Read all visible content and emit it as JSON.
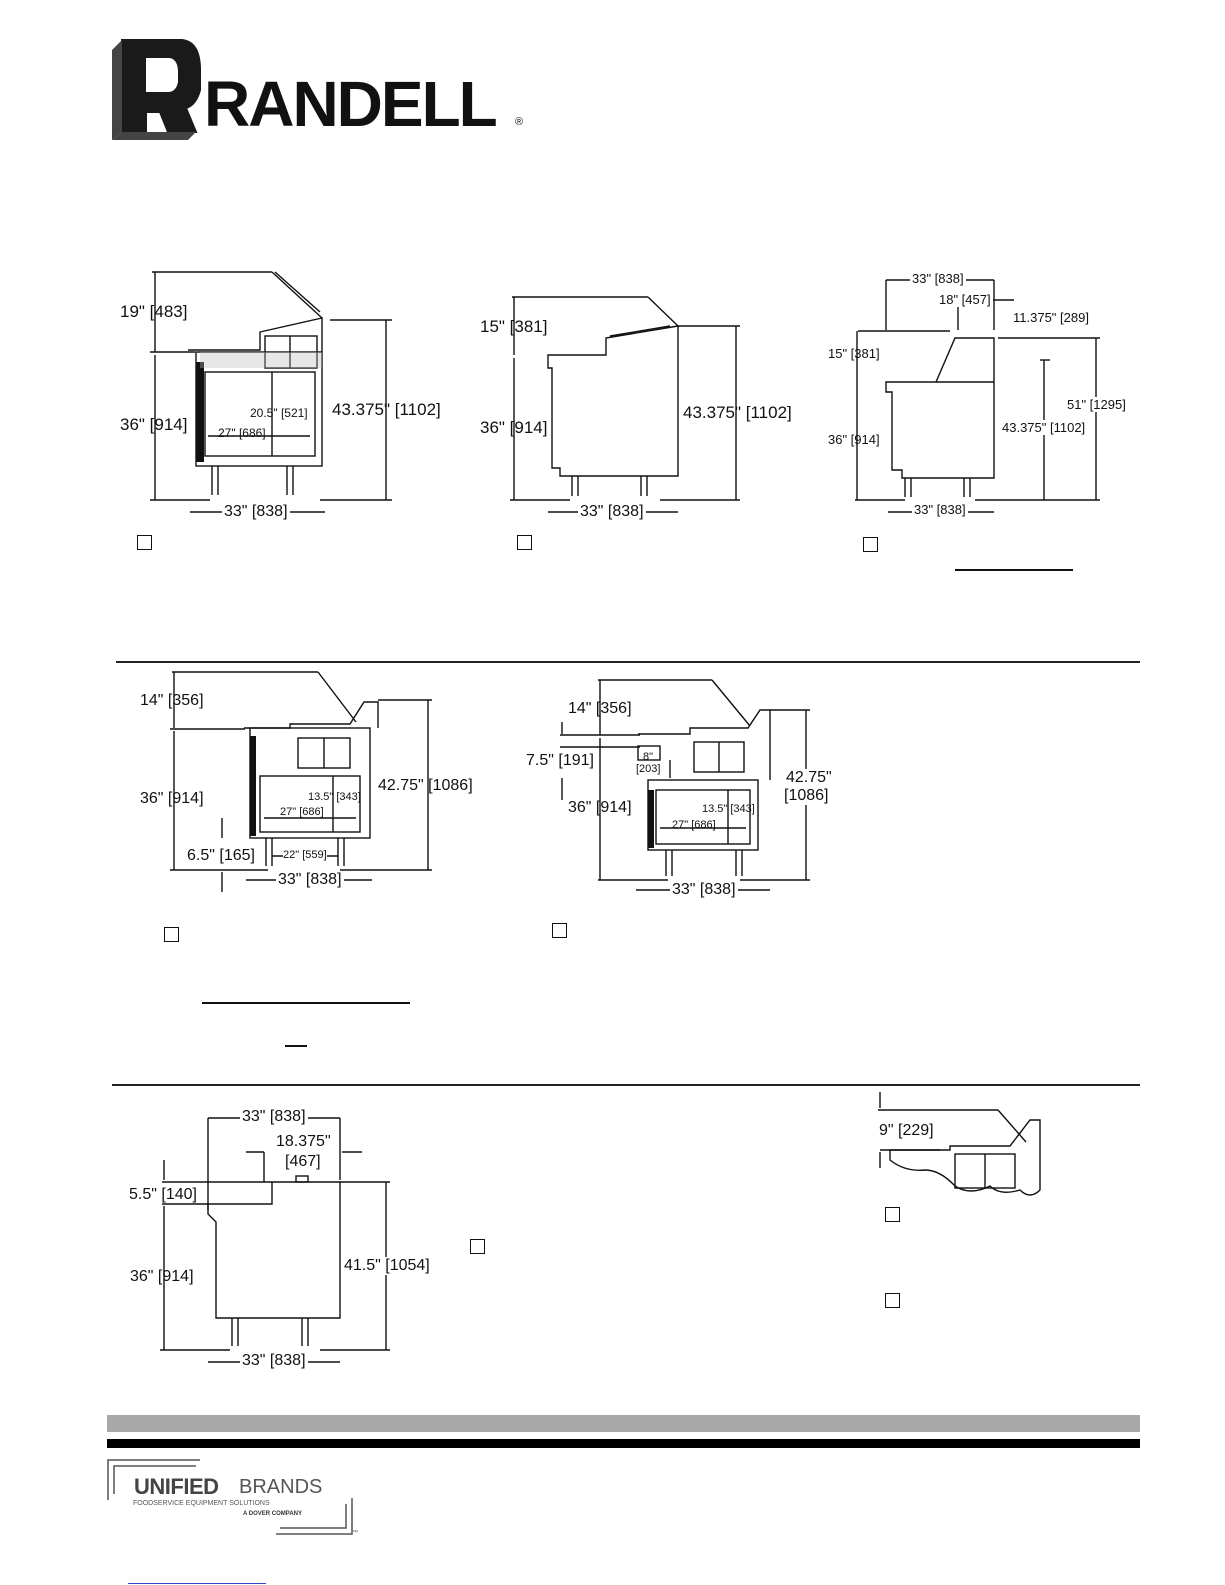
{
  "header": {
    "logo_letter": "R",
    "brand": "RANDELL",
    "registered": "®"
  },
  "views": {
    "v1": {
      "top_gap": "19\" [483]",
      "height": "36\" [914]",
      "inner_h": "20.5\" [521]",
      "inner_w": "27\" [686]",
      "total_h": "43.375\" [1102]",
      "depth": "33\" [838]"
    },
    "v2": {
      "top_gap": "15\" [381]",
      "height": "36\" [914]",
      "total_h": "43.375\" [1102]",
      "depth": "33\" [838]"
    },
    "v3": {
      "top_w": "33\" [838]",
      "inner": "18\" [457]",
      "shelf": "11.375\" [289]",
      "top_gap": "15\" [381]",
      "height": "36\" [914]",
      "mid_h": "43.375\" [1102]",
      "total_h": "51\" [1295]",
      "depth": "33\" [838]"
    },
    "v4": {
      "top_gap": "14\" [356]",
      "height": "36\" [914]",
      "inner_h": "13.5\" [343]",
      "inner_w": "27\" [686]",
      "total_h": "42.75\" [1086]",
      "leg": "6.5\" [165]",
      "leg_w": "22\" [559]",
      "depth": "33\" [838]"
    },
    "v5": {
      "top_gap": "14\" [356]",
      "cut": "7.5\" [191]",
      "cut2a": "8\"",
      "cut2b": "[203]",
      "height": "36\" [914]",
      "inner_h": "13.5\" [343]",
      "inner_w": "27\" [686]",
      "total_h_a": "42.75\"",
      "total_h_b": "[1086]",
      "depth": "33\" [838]"
    },
    "v6": {
      "top_w": "33\" [838]",
      "inner_a": "18.375\"",
      "inner_b": "[467]",
      "step": "5.5\" [140]",
      "height": "36\" [914]",
      "total_h": "41.5\" [1054]",
      "depth": "33\" [838]"
    },
    "v7": {
      "gap": "9\" [229]"
    }
  },
  "footer": {
    "unified": "UNIFIED",
    "brands": "BRANDS",
    "tagline": "FOODSERVICE EQUIPMENT SOLUTIONS",
    "dover": "A DOVER COMPANY",
    "tm": "™"
  }
}
